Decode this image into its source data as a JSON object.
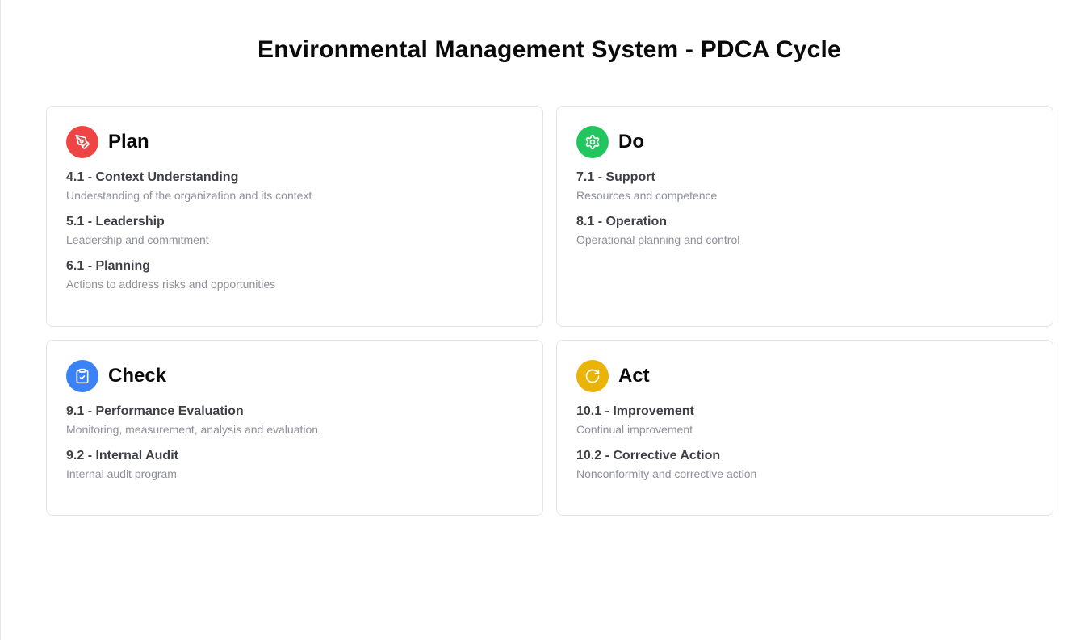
{
  "page": {
    "title": "Environmental Management System - PDCA Cycle"
  },
  "sections": [
    {
      "key": "plan",
      "title": "Plan",
      "icon": "pen-tool-icon",
      "color": "#ef4444",
      "items": [
        {
          "title": "4.1 - Context Understanding",
          "description": "Understanding of the organization and its context"
        },
        {
          "title": "5.1 - Leadership",
          "description": "Leadership and commitment"
        },
        {
          "title": "6.1 - Planning",
          "description": "Actions to address risks and opportunities"
        }
      ]
    },
    {
      "key": "do",
      "title": "Do",
      "icon": "gear-icon",
      "color": "#22c55e",
      "items": [
        {
          "title": "7.1 - Support",
          "description": "Resources and competence"
        },
        {
          "title": "8.1 - Operation",
          "description": "Operational planning and control"
        }
      ]
    },
    {
      "key": "check",
      "title": "Check",
      "icon": "clipboard-check-icon",
      "color": "#3b82f6",
      "items": [
        {
          "title": "9.1 - Performance Evaluation",
          "description": "Monitoring, measurement, analysis and evaluation"
        },
        {
          "title": "9.2 - Internal Audit",
          "description": "Internal audit program"
        }
      ]
    },
    {
      "key": "act",
      "title": "Act",
      "icon": "refresh-icon",
      "color": "#eab308",
      "items": [
        {
          "title": "10.1 - Improvement",
          "description": "Continual improvement"
        },
        {
          "title": "10.2 - Corrective Action",
          "description": "Nonconformity and corrective action"
        }
      ]
    }
  ]
}
